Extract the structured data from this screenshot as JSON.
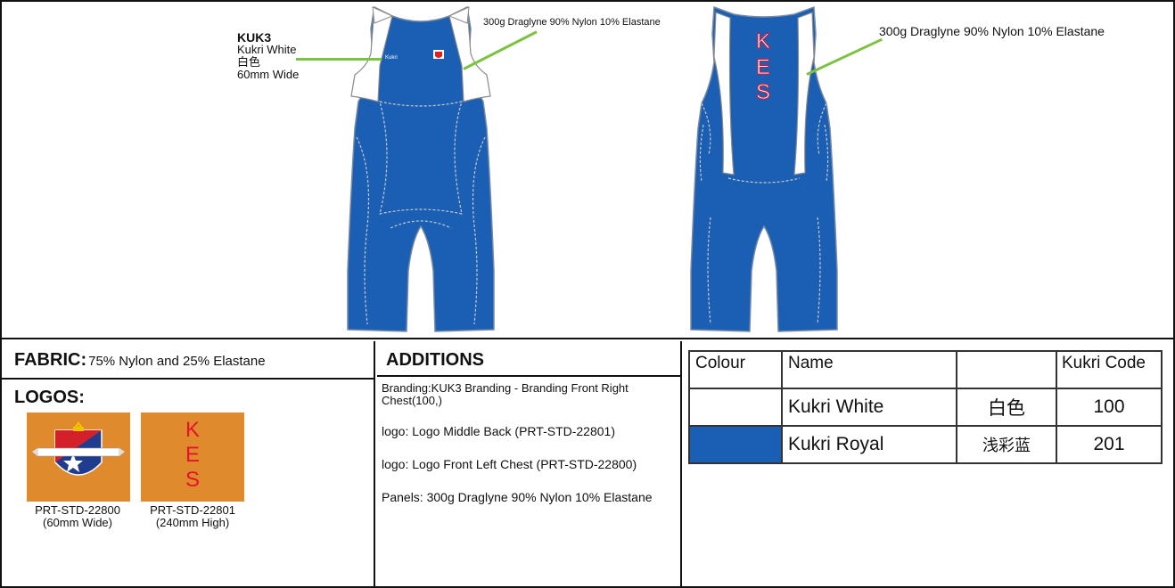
{
  "front_callouts": {
    "kuk3": {
      "code": "KUK3",
      "colour_en": "Kukri White",
      "colour_zh": "白色",
      "size": "60mm Wide"
    },
    "fabric": "300g Draglyne 90% Nylon 10% Elastane"
  },
  "back_callouts": {
    "fabric": "300g Draglyne 90% Nylon 10% Elastane"
  },
  "garment": {
    "front_brand_mark": "Kukri",
    "back_letters": [
      "K",
      "E",
      "S"
    ]
  },
  "fabric_section": {
    "label": "FABRIC:",
    "value": "75% Nylon and 25% Elastane"
  },
  "logos_section": {
    "label": "LOGOS:",
    "logos": [
      {
        "code": "PRT-STD-22800",
        "size": "(60mm Wide)",
        "icon": "crest-icon"
      },
      {
        "code": "PRT-STD-22801",
        "size": "(240mm High)",
        "letters": [
          "K",
          "E",
          "S"
        ]
      }
    ]
  },
  "additions_section": {
    "title": "ADDITIONS",
    "items": [
      "Branding:KUK3 Branding - Branding Front Right Chest(100,)",
      "logo: Logo Middle Back (PRT-STD-22801)",
      "logo: Logo Front Left Chest (PRT-STD-22800)",
      "Panels: 300g Draglyne 90% Nylon 10% Elastane"
    ]
  },
  "colour_table": {
    "headers": {
      "colour": "Colour",
      "name": "Name",
      "zh": "",
      "code": "Kukri Code"
    },
    "rows": [
      {
        "swatch": "#ffffff",
        "name": "Kukri White",
        "zh": "白色",
        "code": "100"
      },
      {
        "swatch": "#1a5fb4",
        "name": "Kukri Royal",
        "zh": "浅彩蓝",
        "code": "201"
      }
    ]
  },
  "colors": {
    "royal": "#1a5fb4",
    "white": "#ffffff",
    "callout_green": "#7dc241",
    "logo_orange": "#de8a2d",
    "kes_red": "#e8112d"
  }
}
